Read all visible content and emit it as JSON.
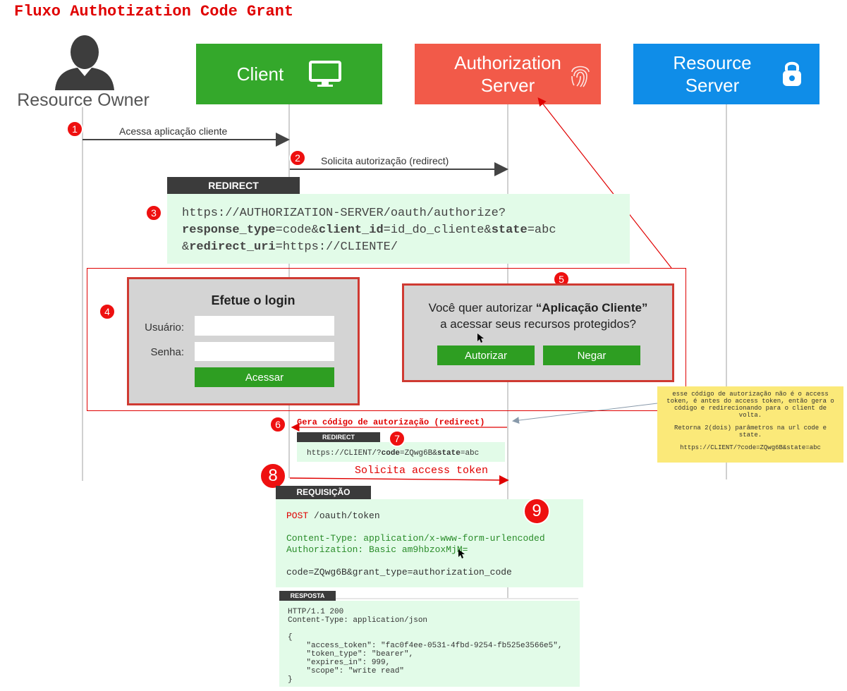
{
  "title": "Fluxo Authotization Code Grant",
  "actors": {
    "resource_owner": "Resource Owner",
    "client": "Client",
    "authorization_server_line1": "Authorization",
    "authorization_server_line2": "Server",
    "resource_server_line1": "Resource",
    "resource_server_line2": "Server"
  },
  "steps": {
    "s1": {
      "num": "1",
      "label": "Acessa aplicação cliente"
    },
    "s2": {
      "num": "2",
      "label": "Solicita autorização (redirect)"
    },
    "s3": {
      "num": "3",
      "tab": "REDIRECT",
      "line1": "https://AUTHORIZATION-SERVER/oauth/authorize?",
      "p1": "response_type",
      "v1": "=code&",
      "p2": "client_id",
      "v2": "=id_do_cliente&",
      "p3": "state",
      "v3": "=abc",
      "amp": "&",
      "p4": "redirect_uri",
      "v4": "=https://CLIENTE/"
    },
    "s4": {
      "num": "4",
      "heading": "Efetue o login",
      "user_label": "Usuário:",
      "pass_label": "Senha:",
      "button": "Acessar"
    },
    "s5": {
      "num": "5",
      "q_prefix": "Você quer autorizar ",
      "q_app": "“Aplicação Cliente”",
      "q_line2": "a acessar seus recursos protegidos?",
      "authorize": "Autorizar",
      "deny": "Negar"
    },
    "s6": {
      "num": "6",
      "label": "Gera código de autorização (redirect)"
    },
    "s7": {
      "num": "7",
      "tab": "REDIRECT",
      "pre": "https://CLIENT/?",
      "code_key": "code",
      "mid": "=ZQwg6B&",
      "state_key": "state",
      "post": "=abc"
    },
    "s8": {
      "num": "8",
      "label": "Solicita access token"
    },
    "s9": {
      "num": "9",
      "tab": "REQUISIÇÃO",
      "method": "POST",
      "path": " /oauth/token",
      "h1": "Content-Type: application/x-www-form-urlencoded",
      "h2": "Authorization: Basic am9hbzoxMjM=",
      "body": "code=ZQwg6B&grant_type=authorization_code"
    },
    "response": {
      "tab": "RESPOSTA",
      "text": "HTTP/1.1 200\nContent-Type: application/json\n\n{\n    \"access_token\": \"fac0f4ee-0531-4fbd-9254-fb525e3566e5\",\n    \"token_type\": \"bearer\",\n    \"expires_in\": 999,\n    \"scope\": \"write read\"\n}"
    }
  },
  "note": {
    "p1": "esse código de autorização não é o access token, é antes do access token, então gera o código e redirecionando para o client de volta.",
    "p2": "Retorna 2(dois) parâmetros na url code e state.",
    "p3": "https://CLIENT/?code=ZQwg6B&state=abc"
  },
  "colors": {
    "client": "#34a82b",
    "authorization_server": "#f25a49",
    "resource_server": "#0f8de8",
    "badge": "#ee1010",
    "title": "#e00000"
  }
}
